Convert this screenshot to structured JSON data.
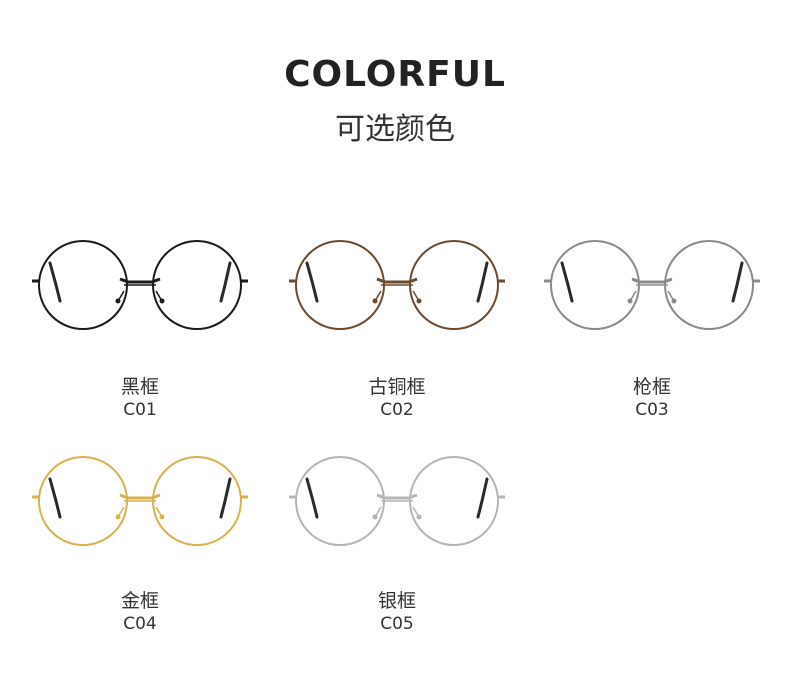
{
  "header": {
    "title": "COLORFUL",
    "subtitle": "可选颜色"
  },
  "products": [
    {
      "name": "黑框",
      "code": "C01",
      "frame_color": "#1a1a1a"
    },
    {
      "name": "古铜框",
      "code": "C02",
      "frame_color": "#6b4a2e"
    },
    {
      "name": "枪框",
      "code": "C03",
      "frame_color": "#8a8a8a"
    },
    {
      "name": "金框",
      "code": "C04",
      "frame_color": "#d8b24a"
    },
    {
      "name": "银框",
      "code": "C05",
      "frame_color": "#b5b5b5"
    }
  ]
}
